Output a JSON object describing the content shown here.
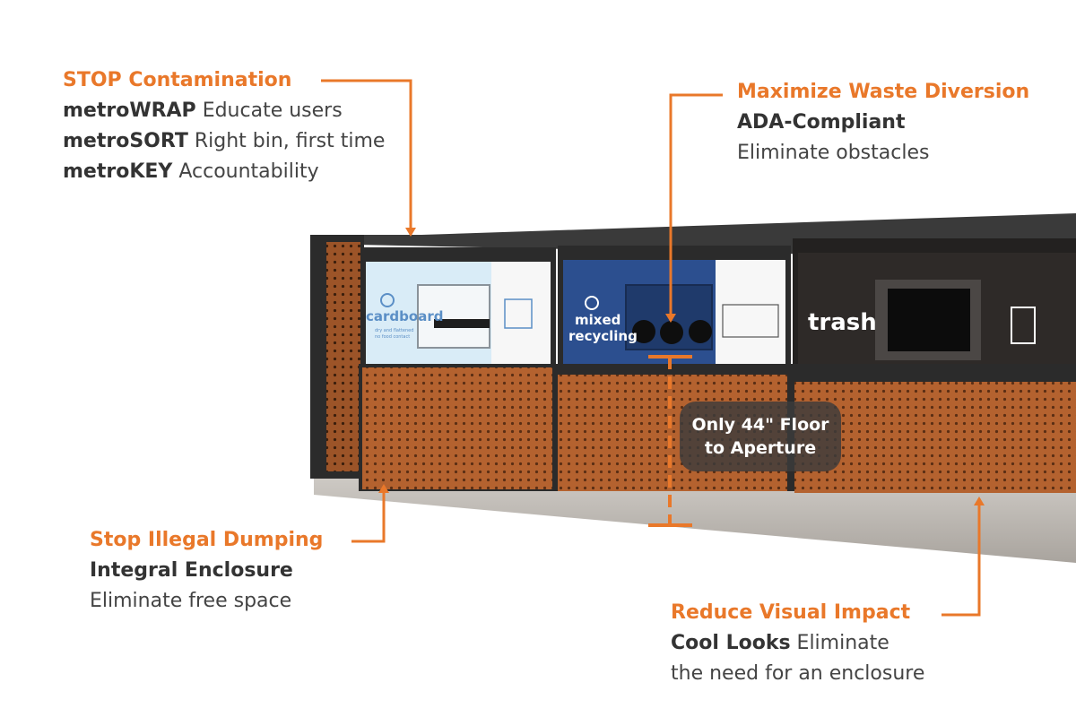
{
  "callouts": {
    "stop_contamination": {
      "title": "STOP Contamination",
      "lines": [
        {
          "bold": "metroWRAP",
          "text": "Educate users"
        },
        {
          "bold": "metroSORT",
          "text": "Right bin, first time"
        },
        {
          "bold": "metroKEY",
          "text": "Accountability"
        }
      ]
    },
    "maximize_diversion": {
      "title": "Maximize Waste Diversion",
      "subtitle": "ADA-Compliant",
      "text": "Eliminate obstacles"
    },
    "stop_dumping": {
      "title": "Stop Illegal Dumping",
      "subtitle": "Integral Enclosure",
      "text": "Eliminate free space"
    },
    "reduce_visual": {
      "title": "Reduce Visual Impact",
      "bold": "Cool Looks",
      "text_1": "Eliminate",
      "text_2": "the need for an enclosure"
    }
  },
  "bins": {
    "cardboard": {
      "label": "cardboard",
      "sub_1": "dry and flattened",
      "sub_2": "no food contact",
      "color": "#d9ecf7"
    },
    "mixed": {
      "label_1": "mixed",
      "label_2": "recycling",
      "color": "#2c4f8f"
    },
    "trash": {
      "label": "trash",
      "color": "#2e2a28"
    }
  },
  "badge": {
    "line_1": "Only 44\" Floor",
    "line_2": "to Aperture"
  },
  "colors": {
    "accent": "#e9782a",
    "panel": "#b4622f",
    "frame": "#2b2b2b",
    "base": "#b9b5b0"
  }
}
